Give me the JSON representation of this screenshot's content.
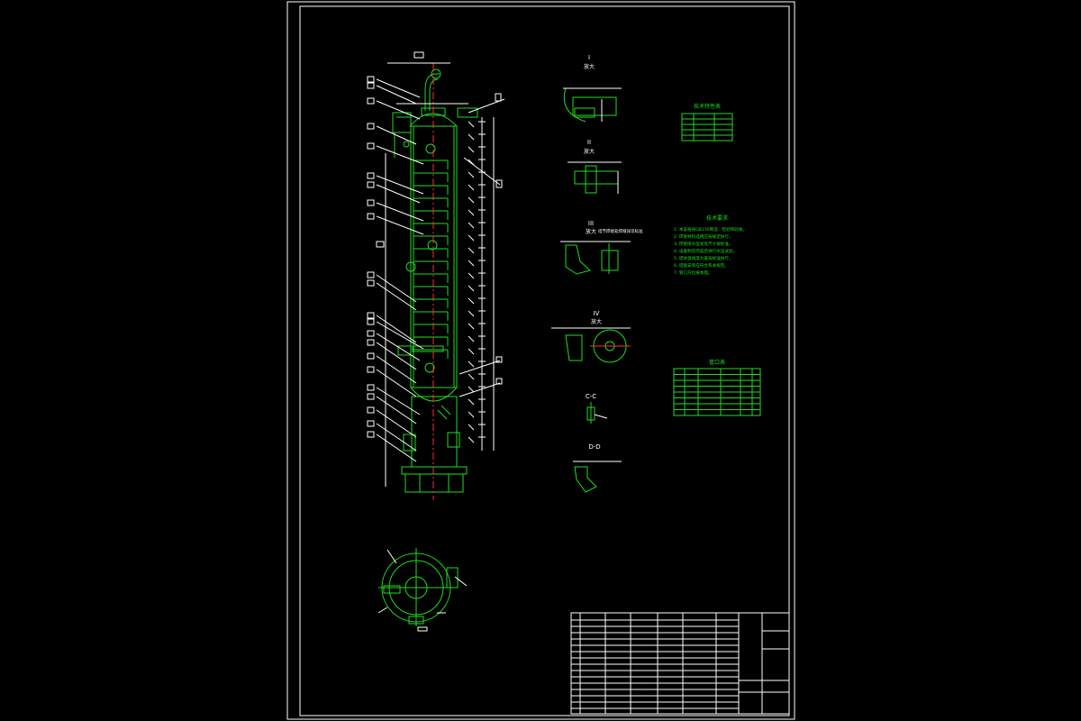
{
  "colors": {
    "background": "#000000",
    "frame": "#ffffff",
    "drawing": "#1fdc1f",
    "annotation": "#ffffff",
    "centerline": "#ff3030"
  },
  "views": {
    "detail_1": {
      "label": "I",
      "scale": "放大"
    },
    "detail_2": {
      "label": "II",
      "scale": "放大"
    },
    "detail_3": {
      "label": "III",
      "scale": "放大",
      "note": "塔节焊接处焊缝详见标准"
    },
    "detail_4": {
      "label": "IV",
      "scale": "放大"
    },
    "section_cc": {
      "label": "C-C"
    },
    "section_dd": {
      "label": "D-D"
    }
  },
  "tech_table": {
    "title": "技术特性表"
  },
  "tech_requirements": {
    "title": "技术要求",
    "lines": [
      "1. 本设备按GB150制造、检验和验收。",
      "2. 焊接材料选用应按规定执行。",
      "3. 焊接接头型式及尺寸按标准。",
      "4. 设备制造完成后进行水压试验。",
      "5. 塔体直线度允差按标准执行。",
      "6. 塔盘安装应符合有关规定。",
      "7. 管口方位按本图。"
    ]
  },
  "nozzle_table": {
    "title": "管口表"
  },
  "title_block": {
    "company": "",
    "drawing_name": "",
    "sheet": ""
  }
}
